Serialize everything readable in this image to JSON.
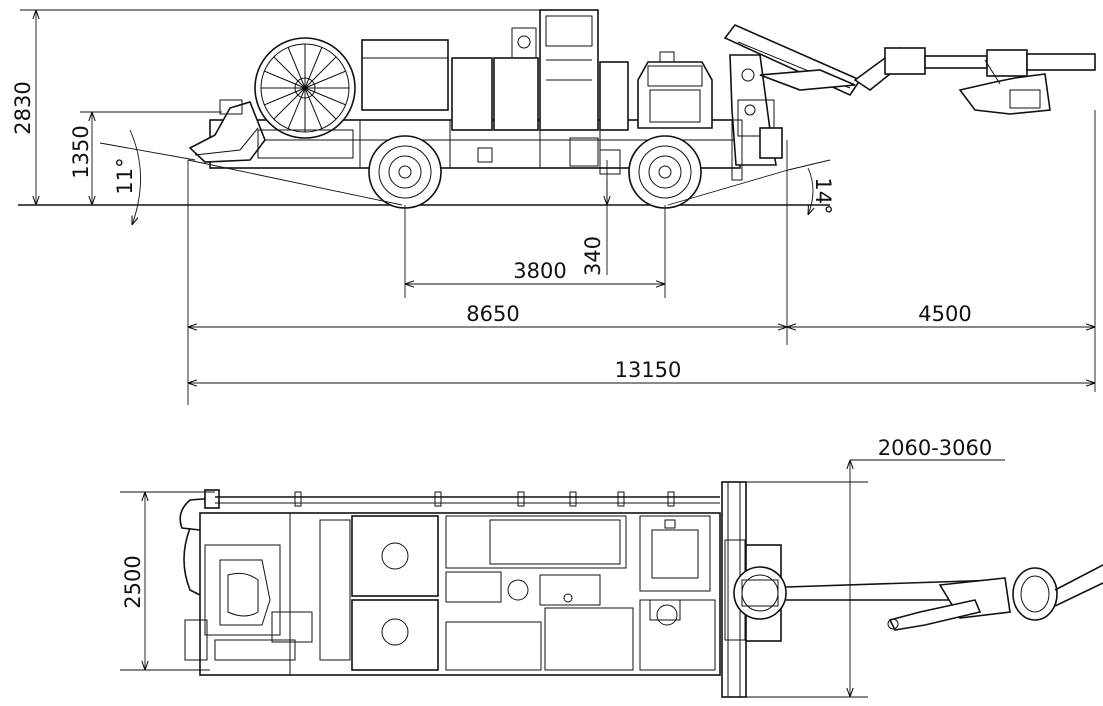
{
  "side_view": {
    "height_total": "2830",
    "front_height": "1350",
    "approach_angle": "11°",
    "departure_angle": "14°",
    "ground_clearance": "340",
    "wheelbase": "3800",
    "vehicle_length": "8650",
    "boom_reach": "4500",
    "overall_length": "13150"
  },
  "top_view": {
    "width": "2500",
    "stabilizer_width": "2060-3060"
  }
}
